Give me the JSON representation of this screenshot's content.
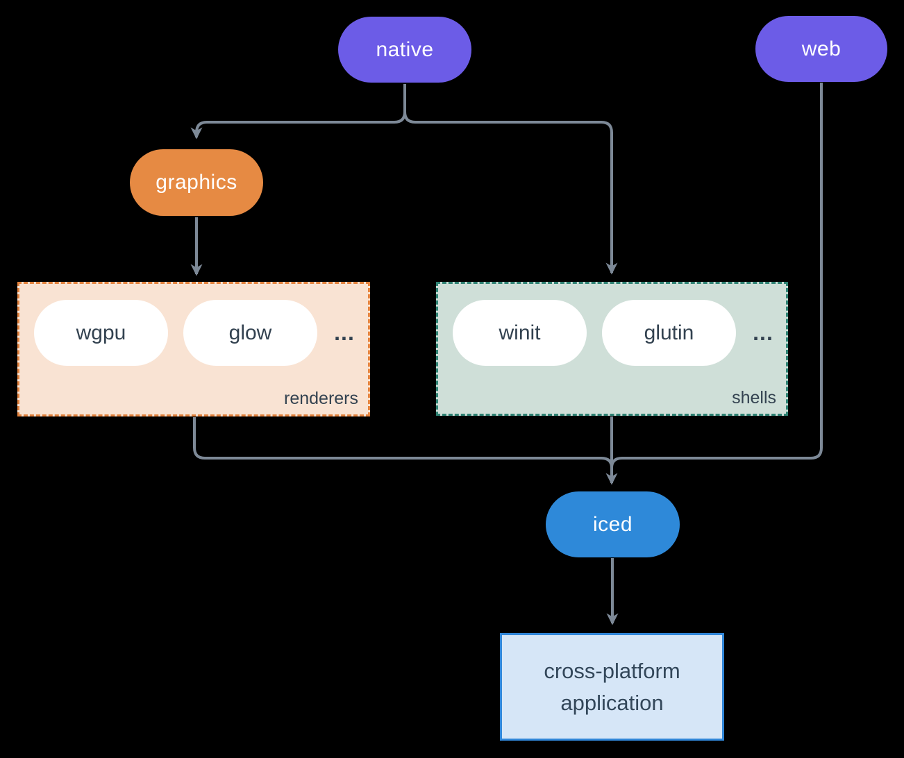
{
  "palette": {
    "background": "#000000",
    "edge": "#7d8997",
    "purple_node": "#6c5ce7",
    "orange_node": "#e68a43",
    "blue_node": "#2e89d9",
    "renderers_fill": "#f9e3d3",
    "renderers_border": "#e2823d",
    "shells_fill": "#cfdfd8",
    "shells_border": "#2e8273",
    "app_fill": "#d6e6f7",
    "app_border": "#3187d9",
    "node_text_light": "#ffffff",
    "node_text_dark": "#334250"
  },
  "nodes": {
    "native": {
      "label": "native"
    },
    "web": {
      "label": "web"
    },
    "graphics": {
      "label": "graphics"
    },
    "iced": {
      "label": "iced"
    },
    "application": {
      "label": "cross-platform application"
    }
  },
  "groups": {
    "renderers": {
      "label": "renderers",
      "items": [
        "wgpu",
        "glow"
      ],
      "ellipsis": "..."
    },
    "shells": {
      "label": "shells",
      "items": [
        "winit",
        "glutin"
      ],
      "ellipsis": "..."
    }
  }
}
